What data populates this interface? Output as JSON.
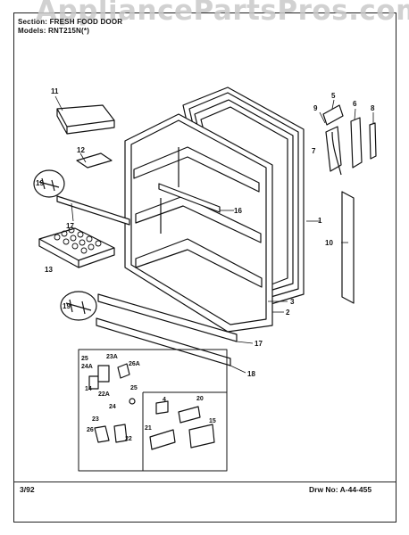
{
  "watermark": "AppliancePartsPros.com",
  "header": {
    "section_line": "Section: FRESH FOOD DOOR",
    "model_line": "Models: RNT215N(*)"
  },
  "footer": {
    "date": "3/92",
    "drawing_number": "Drw No: A-44-455"
  },
  "callouts": [
    "1",
    "2",
    "3",
    "4",
    "5",
    "6",
    "7",
    "8",
    "9",
    "10",
    "11",
    "12",
    "13",
    "14",
    "15",
    "16",
    "17",
    "17",
    "18",
    "19",
    "19",
    "20",
    "21",
    "22",
    "22A",
    "23",
    "23A",
    "24",
    "24A",
    "25",
    "25",
    "26",
    "26A"
  ]
}
